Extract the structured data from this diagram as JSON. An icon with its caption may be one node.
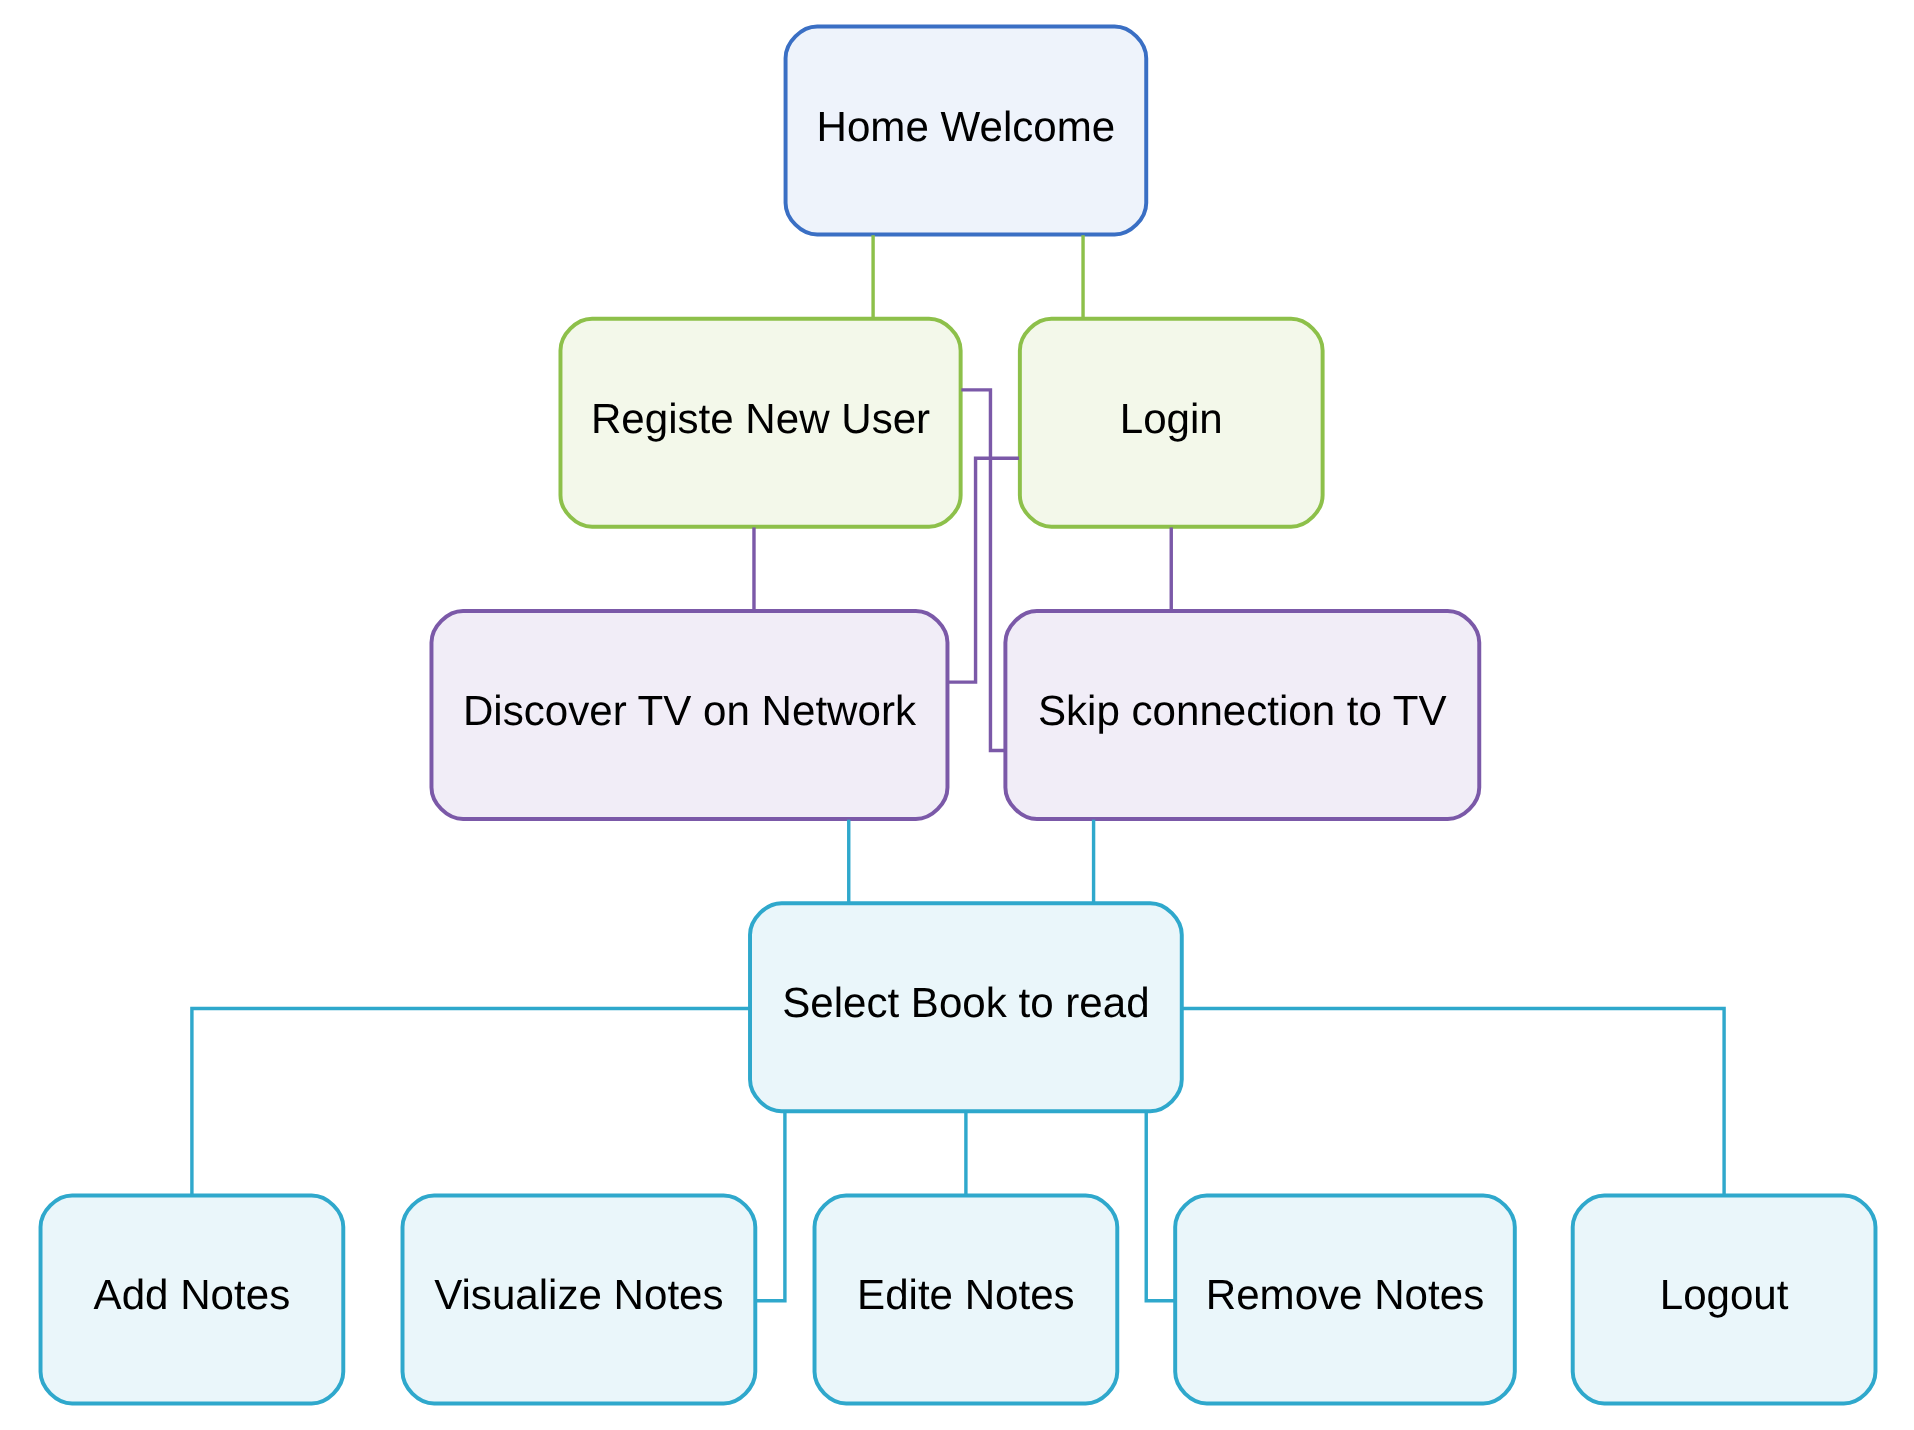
{
  "diagram": {
    "nodes": [
      {
        "text": [
          "Home Welcome"
        ]
      },
      {
        "text": [
          "Registe New User"
        ]
      },
      {
        "text": [
          "Login"
        ]
      },
      {
        "text": [
          "Discover TV on Network"
        ]
      },
      {
        "text": [
          "Skip connection to TV"
        ]
      },
      {
        "text": [
          "Select Book to read"
        ]
      },
      {
        "text": [
          "Add Notes"
        ]
      },
      {
        "text": [
          "Visualize Notes"
        ]
      },
      {
        "text": [
          "Edite Notes"
        ]
      },
      {
        "text": [
          "Remove Notes"
        ]
      },
      {
        "text": [
          "Logout"
        ]
      }
    ],
    "edges": [
      {
        "from": 0,
        "to": 1,
        "arrow": "none",
        "color": "#8dc04a"
      },
      {
        "from": 0,
        "to": 2,
        "arrow": "none",
        "color": "#8dc04a"
      },
      {
        "from": 1,
        "to": 3,
        "arrow": "none",
        "color": "#7b59a8"
      },
      {
        "from": 1,
        "to": 4,
        "arrow": "none",
        "color": "#7b59a8"
      },
      {
        "from": 2,
        "to": 3,
        "arrow": "none",
        "color": "#7b59a8"
      },
      {
        "from": 2,
        "to": 4,
        "arrow": "none",
        "color": "#7b59a8"
      },
      {
        "from": 3,
        "to": 5,
        "arrow": "none"
      },
      {
        "from": 4,
        "to": 5,
        "arrow": "none"
      },
      {
        "from": 5,
        "to": 6,
        "arrow": "none"
      },
      {
        "from": 5,
        "to": 7,
        "arrow": "none"
      },
      {
        "from": 5,
        "to": 8,
        "arrow": "none"
      },
      {
        "from": 5,
        "to": 9,
        "arrow": "none"
      },
      {
        "from": 5,
        "to": 10,
        "arrow": "none"
      }
    ]
  }
}
